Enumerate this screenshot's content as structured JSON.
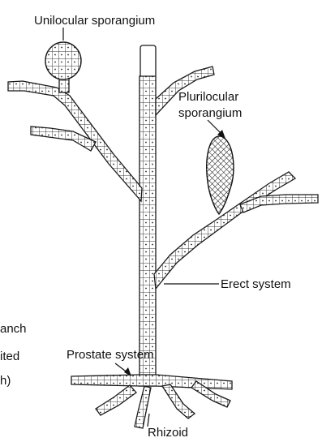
{
  "labels": {
    "unilocular": "Unilocular sporangium",
    "plurilocular_1": "Plurilocular",
    "plurilocular_2": "sporangium",
    "erect": "Erect system",
    "prostate": "Prostate system",
    "rhizoid": "Rhizoid",
    "edge_1": "anch",
    "edge_2": "ited",
    "edge_3": "h)"
  }
}
